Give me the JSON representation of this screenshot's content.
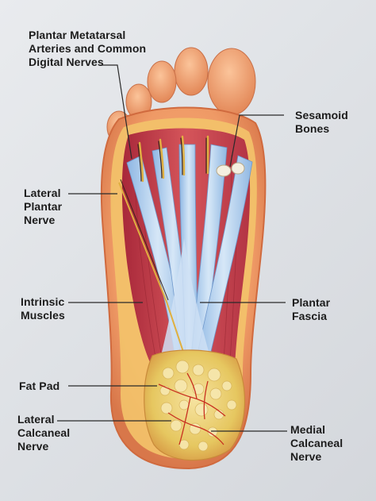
{
  "labels": {
    "plantar_metatarsal": "Plantar Metatarsal\nArteries and Common\nDigital Nerves",
    "sesamoid_bones": "Sesamoid\nBones",
    "lateral_plantar_nerve": "Lateral\nPlantar\nNerve",
    "intrinsic_muscles": "Intrinsic\nMuscles",
    "plantar_fascia": "Plantar\nFascia",
    "fat_pad": "Fat Pad",
    "lateral_calcaneal_nerve": "Lateral\nCalcaneal\nNerve",
    "medial_calcaneal_nerve": "Medial\nCalcaneal\nNerve"
  },
  "colors": {
    "skin": "#f0a070",
    "muscle": "#c8444a",
    "fascia": "#a9c9ea",
    "fat": "#e8cf6a",
    "nerve": "#e0b040",
    "artery": "#c83020",
    "label_text": "#1c1c1c"
  }
}
